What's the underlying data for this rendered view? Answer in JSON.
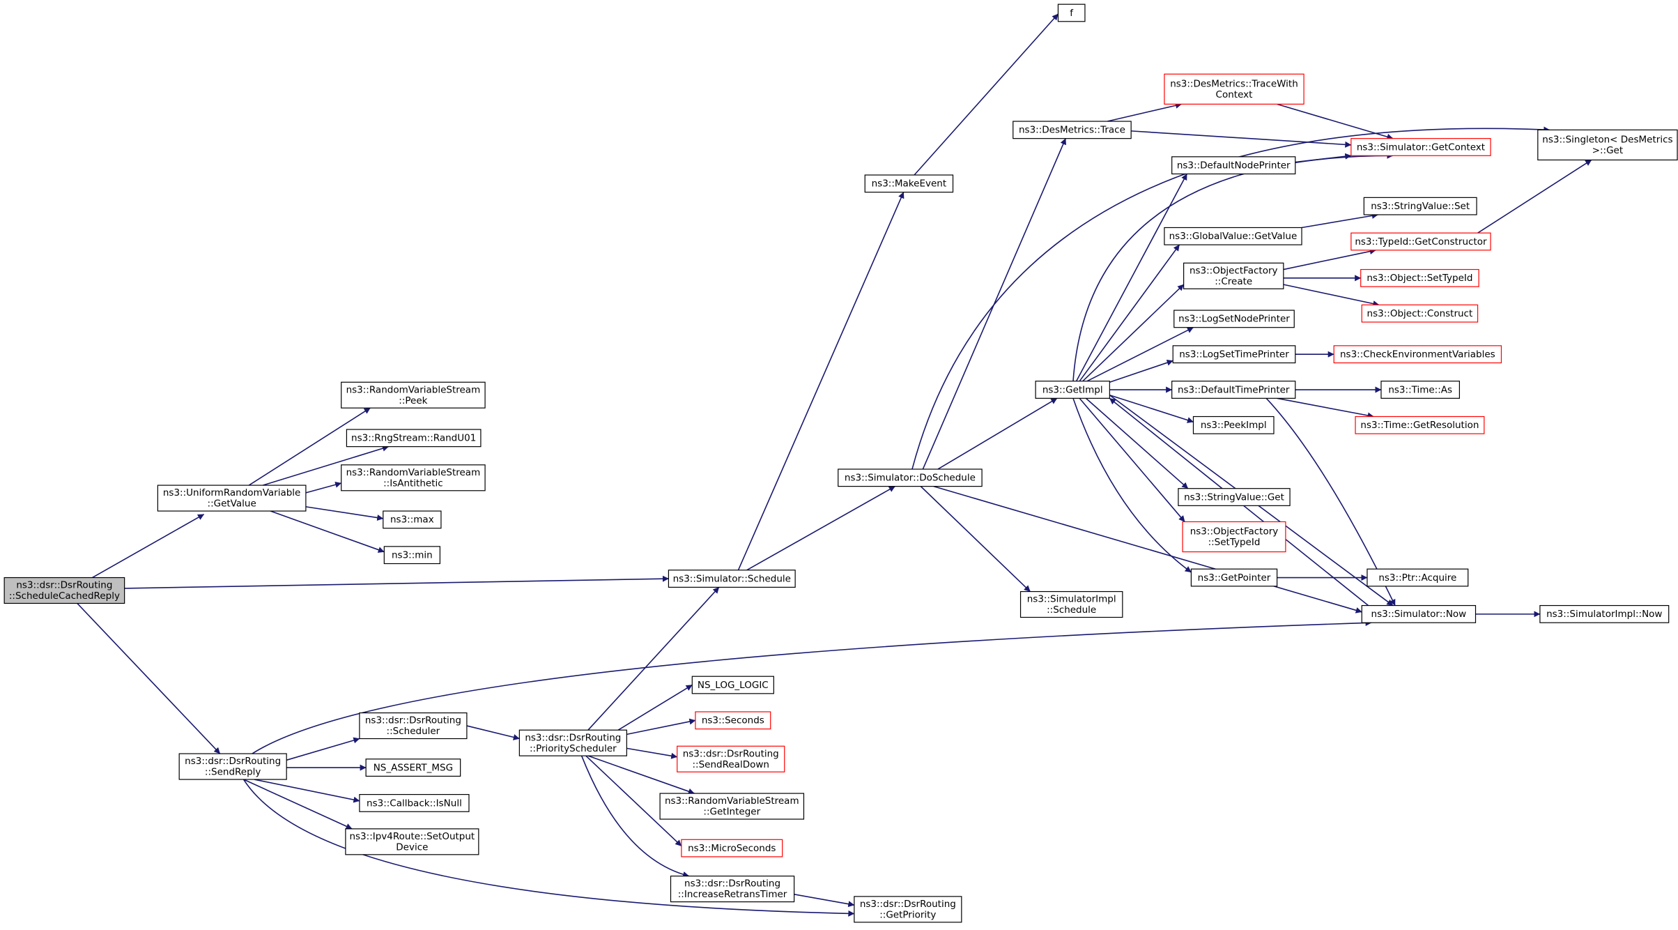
{
  "nodes": [
    {
      "id": "root",
      "lines": [
        "ns3::dsr::DsrRouting",
        "::ScheduleCachedReply"
      ],
      "style": "root"
    },
    {
      "id": "urvGet",
      "lines": [
        "ns3::UniformRandomVariable",
        "::GetValue"
      ],
      "style": "black"
    },
    {
      "id": "rvsPeek",
      "lines": [
        "ns3::RandomVariableStream",
        "::Peek"
      ],
      "style": "black"
    },
    {
      "id": "randU01",
      "lines": [
        "ns3::RngStream::RandU01"
      ],
      "style": "black"
    },
    {
      "id": "isAnti",
      "lines": [
        "ns3::RandomVariableStream",
        "::IsAntithetic"
      ],
      "style": "black"
    },
    {
      "id": "max",
      "lines": [
        "ns3::max"
      ],
      "style": "black"
    },
    {
      "id": "min",
      "lines": [
        "ns3::min"
      ],
      "style": "black"
    },
    {
      "id": "schedule",
      "lines": [
        "ns3::Simulator::Schedule"
      ],
      "style": "black"
    },
    {
      "id": "sendReply",
      "lines": [
        "ns3::dsr::DsrRouting",
        "::SendReply"
      ],
      "style": "black"
    },
    {
      "id": "dsrSched",
      "lines": [
        "ns3::dsr::DsrRouting",
        "::Scheduler"
      ],
      "style": "black"
    },
    {
      "id": "assertMsg",
      "lines": [
        "NS_ASSERT_MSG"
      ],
      "style": "black"
    },
    {
      "id": "cbNull",
      "lines": [
        "ns3::Callback::IsNull"
      ],
      "style": "black"
    },
    {
      "id": "setOut",
      "lines": [
        "ns3::Ipv4Route::SetOutput",
        "Device"
      ],
      "style": "black"
    },
    {
      "id": "prioSched",
      "lines": [
        "ns3::dsr::DsrRouting",
        "::PriorityScheduler"
      ],
      "style": "black"
    },
    {
      "id": "logLogic",
      "lines": [
        "NS_LOG_LOGIC"
      ],
      "style": "black"
    },
    {
      "id": "seconds",
      "lines": [
        "ns3::Seconds"
      ],
      "style": "red"
    },
    {
      "id": "sendRealDown",
      "lines": [
        "ns3::dsr::DsrRouting",
        "::SendRealDown"
      ],
      "style": "red"
    },
    {
      "id": "getInteger",
      "lines": [
        "ns3::RandomVariableStream",
        "::GetInteger"
      ],
      "style": "black"
    },
    {
      "id": "microSec",
      "lines": [
        "ns3::MicroSeconds"
      ],
      "style": "red"
    },
    {
      "id": "incRetrans",
      "lines": [
        "ns3::dsr::DsrRouting",
        "::IncreaseRetransTimer"
      ],
      "style": "black"
    },
    {
      "id": "getPriority",
      "lines": [
        "ns3::dsr::DsrRouting",
        "::GetPriority"
      ],
      "style": "black"
    },
    {
      "id": "makeEvent",
      "lines": [
        "ns3::MakeEvent"
      ],
      "style": "black"
    },
    {
      "id": "f",
      "lines": [
        "f"
      ],
      "style": "black"
    },
    {
      "id": "doSchedule",
      "lines": [
        "ns3::Simulator::DoSchedule"
      ],
      "style": "black"
    },
    {
      "id": "implSched",
      "lines": [
        "ns3::SimulatorImpl",
        "::Schedule"
      ],
      "style": "black"
    },
    {
      "id": "desTrace",
      "lines": [
        "ns3::DesMetrics::Trace"
      ],
      "style": "black"
    },
    {
      "id": "desTraceCtx",
      "lines": [
        "ns3::DesMetrics::TraceWith",
        "Context"
      ],
      "style": "red"
    },
    {
      "id": "getContext",
      "lines": [
        "ns3::Simulator::GetContext"
      ],
      "style": "red"
    },
    {
      "id": "singleton",
      "lines": [
        "ns3::Singleton< DesMetrics",
        ">::Get"
      ],
      "style": "black"
    },
    {
      "id": "getImpl",
      "lines": [
        "ns3::GetImpl"
      ],
      "style": "black"
    },
    {
      "id": "defNodePr",
      "lines": [
        "ns3::DefaultNodePrinter"
      ],
      "style": "black"
    },
    {
      "id": "gvGet",
      "lines": [
        "ns3::GlobalValue::GetValue"
      ],
      "style": "black"
    },
    {
      "id": "svSet",
      "lines": [
        "ns3::StringValue::Set"
      ],
      "style": "black"
    },
    {
      "id": "ofCreate",
      "lines": [
        "ns3::ObjectFactory",
        "::Create"
      ],
      "style": "black"
    },
    {
      "id": "getCtor",
      "lines": [
        "ns3::TypeId::GetConstructor"
      ],
      "style": "red"
    },
    {
      "id": "objSetTid",
      "lines": [
        "ns3::Object::SetTypeId"
      ],
      "style": "red"
    },
    {
      "id": "objConstruct",
      "lines": [
        "ns3::Object::Construct"
      ],
      "style": "red"
    },
    {
      "id": "logNodePr",
      "lines": [
        "ns3::LogSetNodePrinter"
      ],
      "style": "black"
    },
    {
      "id": "logTimePr",
      "lines": [
        "ns3::LogSetTimePrinter"
      ],
      "style": "black"
    },
    {
      "id": "checkEnv",
      "lines": [
        "ns3::CheckEnvironmentVariables"
      ],
      "style": "red"
    },
    {
      "id": "defTimePr",
      "lines": [
        "ns3::DefaultTimePrinter"
      ],
      "style": "black"
    },
    {
      "id": "timeAs",
      "lines": [
        "ns3::Time::As"
      ],
      "style": "black"
    },
    {
      "id": "getRes",
      "lines": [
        "ns3::Time::GetResolution"
      ],
      "style": "red"
    },
    {
      "id": "peekImpl",
      "lines": [
        "ns3::PeekImpl"
      ],
      "style": "black"
    },
    {
      "id": "svGet",
      "lines": [
        "ns3::StringValue::Get"
      ],
      "style": "black"
    },
    {
      "id": "ofSetTid",
      "lines": [
        "ns3::ObjectFactory",
        "::SetTypeId"
      ],
      "style": "red"
    },
    {
      "id": "getPointer",
      "lines": [
        "ns3::GetPointer"
      ],
      "style": "black"
    },
    {
      "id": "ptrAcquire",
      "lines": [
        "ns3::Ptr::Acquire"
      ],
      "style": "black"
    },
    {
      "id": "simNow",
      "lines": [
        "ns3::Simulator::Now"
      ],
      "style": "black"
    },
    {
      "id": "implNow",
      "lines": [
        "ns3::SimulatorImpl::Now"
      ],
      "style": "black"
    }
  ],
  "edges": [
    [
      "root",
      "urvGet"
    ],
    [
      "root",
      "schedule"
    ],
    [
      "root",
      "sendReply"
    ],
    [
      "urvGet",
      "rvsPeek"
    ],
    [
      "urvGet",
      "randU01"
    ],
    [
      "urvGet",
      "isAnti"
    ],
    [
      "urvGet",
      "max"
    ],
    [
      "urvGet",
      "min"
    ],
    [
      "schedule",
      "makeEvent"
    ],
    [
      "schedule",
      "doSchedule"
    ],
    [
      "makeEvent",
      "f"
    ],
    [
      "doSchedule",
      "singleton"
    ],
    [
      "doSchedule",
      "desTrace"
    ],
    [
      "doSchedule",
      "getImpl"
    ],
    [
      "doSchedule",
      "implSched"
    ],
    [
      "doSchedule",
      "simNow"
    ],
    [
      "desTrace",
      "desTraceCtx"
    ],
    [
      "desTrace",
      "getContext"
    ],
    [
      "desTraceCtx",
      "getContext"
    ],
    [
      "getImpl",
      "getContext"
    ],
    [
      "getImpl",
      "defNodePr"
    ],
    [
      "getImpl",
      "gvGet"
    ],
    [
      "getImpl",
      "ofCreate"
    ],
    [
      "getImpl",
      "logNodePr"
    ],
    [
      "getImpl",
      "logTimePr"
    ],
    [
      "getImpl",
      "defTimePr"
    ],
    [
      "getImpl",
      "peekImpl"
    ],
    [
      "getImpl",
      "svGet"
    ],
    [
      "getImpl",
      "ofSetTid"
    ],
    [
      "getImpl",
      "getPointer"
    ],
    [
      "getImpl",
      "simNow"
    ],
    [
      "defNodePr",
      "getContext"
    ],
    [
      "gvGet",
      "svSet"
    ],
    [
      "ofCreate",
      "getCtor"
    ],
    [
      "ofCreate",
      "objSetTid"
    ],
    [
      "ofCreate",
      "objConstruct"
    ],
    [
      "getCtor",
      "singleton"
    ],
    [
      "logTimePr",
      "checkEnv"
    ],
    [
      "defTimePr",
      "timeAs"
    ],
    [
      "defTimePr",
      "getRes"
    ],
    [
      "defTimePr",
      "simNow"
    ],
    [
      "getPointer",
      "ptrAcquire"
    ],
    [
      "simNow",
      "getImpl"
    ],
    [
      "simNow",
      "implNow"
    ],
    [
      "sendReply",
      "simNow"
    ],
    [
      "sendReply",
      "dsrSched"
    ],
    [
      "sendReply",
      "assertMsg"
    ],
    [
      "sendReply",
      "cbNull"
    ],
    [
      "sendReply",
      "setOut"
    ],
    [
      "sendReply",
      "getPriority"
    ],
    [
      "dsrSched",
      "prioSched"
    ],
    [
      "prioSched",
      "schedule"
    ],
    [
      "prioSched",
      "logLogic"
    ],
    [
      "prioSched",
      "seconds"
    ],
    [
      "prioSched",
      "sendRealDown"
    ],
    [
      "prioSched",
      "getInteger"
    ],
    [
      "prioSched",
      "microSec"
    ],
    [
      "prioSched",
      "incRetrans"
    ],
    [
      "incRetrans",
      "getPriority"
    ]
  ]
}
